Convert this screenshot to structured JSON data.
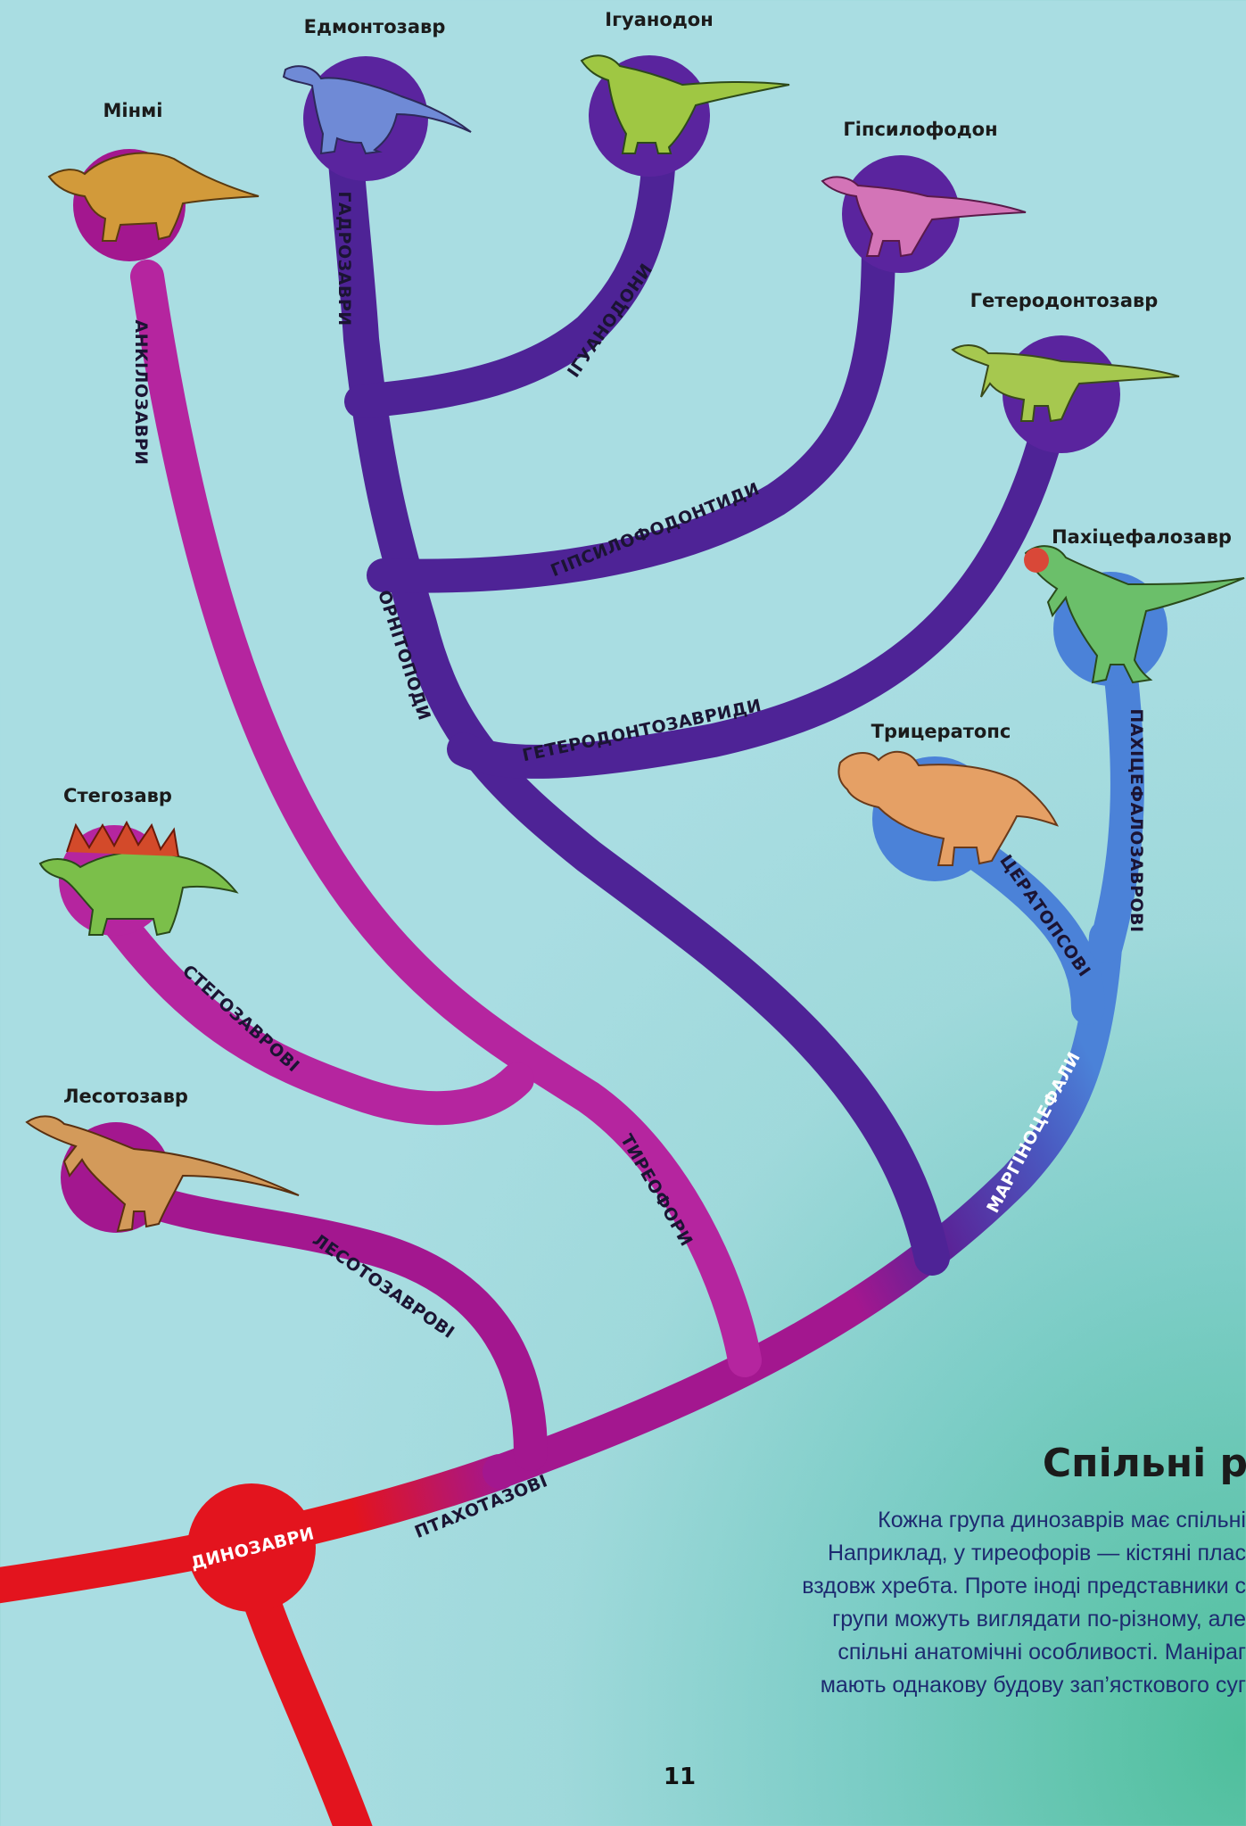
{
  "colors": {
    "root": "#e3141e",
    "ornithischia": "#a3178f",
    "thyreophora": "#b5259f",
    "ornithopoda": "#4e2396",
    "marginocephalia": "#4b82d8",
    "background": "#a6dbe0"
  },
  "tree": {
    "root_label": "ДИНОЗАВРИ",
    "branches": [
      {
        "id": "ornithischia",
        "label": "ПТАХОТАЗОВІ"
      },
      {
        "id": "lesothosauria",
        "label": "ЛЕСОТОЗАВРОВІ"
      },
      {
        "id": "thyreophora",
        "label": "ТИРЕОФОРИ"
      },
      {
        "id": "stegosauria",
        "label": "СТЕГОЗАВРОВІ"
      },
      {
        "id": "ankylosauria",
        "label": "АНКІЛОЗАВРИ"
      },
      {
        "id": "ornithopoda",
        "label": "ОРНІТОПОДИ"
      },
      {
        "id": "hadrosauria",
        "label": "ГАДРОЗАВРИ"
      },
      {
        "id": "iguanodontia",
        "label": "ІГУАНОДОНИ"
      },
      {
        "id": "hypsilophodontidae",
        "label": "ГІПСИЛОФОДОНТИДИ"
      },
      {
        "id": "heterodontosauridae",
        "label": "ГЕТЕРОДОНТОЗАВРИДИ"
      },
      {
        "id": "marginocephalia",
        "label": "МАРГІНОЦЕФАЛИ"
      },
      {
        "id": "ceratopsia",
        "label": "ЦЕРАТОПСОВІ"
      },
      {
        "id": "pachycephalosauria",
        "label": "ПАХІЦЕФАЛОЗАВРОВІ"
      }
    ]
  },
  "dinosaurs": [
    {
      "id": "edmontosaurus",
      "name": "Едмонтозавр",
      "icon": "edmontosaurus-icon"
    },
    {
      "id": "iguanodon",
      "name": "Ігуанодон",
      "icon": "iguanodon-icon"
    },
    {
      "id": "minmi",
      "name": "Мінмі",
      "icon": "minmi-icon"
    },
    {
      "id": "hypsilophodon",
      "name": "Гіпсилофодон",
      "icon": "hypsilophodon-icon"
    },
    {
      "id": "heterodontosaurus",
      "name": "Гетеродонтозавр",
      "icon": "heterodontosaurus-icon"
    },
    {
      "id": "pachycephalosaurus",
      "name": "Пахіцефалозавр",
      "icon": "pachycephalosaurus-icon"
    },
    {
      "id": "triceratops",
      "name": "Трицератопс",
      "icon": "triceratops-icon"
    },
    {
      "id": "stegosaurus",
      "name": "Стегозавр",
      "icon": "stegosaurus-icon"
    },
    {
      "id": "lesothosaurus",
      "name": "Лесотозавр",
      "icon": "lesothosaurus-icon"
    }
  ],
  "info": {
    "title": "Спільні р",
    "lines": [
      "Кожна група динозаврів має спільні",
      "Наприклад, у тиреофорів — кістяні плас",
      "вздовж хребта. Проте іноді представники с",
      "групи можуть виглядати по-різному, але",
      "спільні анатомічні особливості. Маніраг",
      "мають однакову будову зап’ясткового суг"
    ]
  },
  "page_number": "11"
}
